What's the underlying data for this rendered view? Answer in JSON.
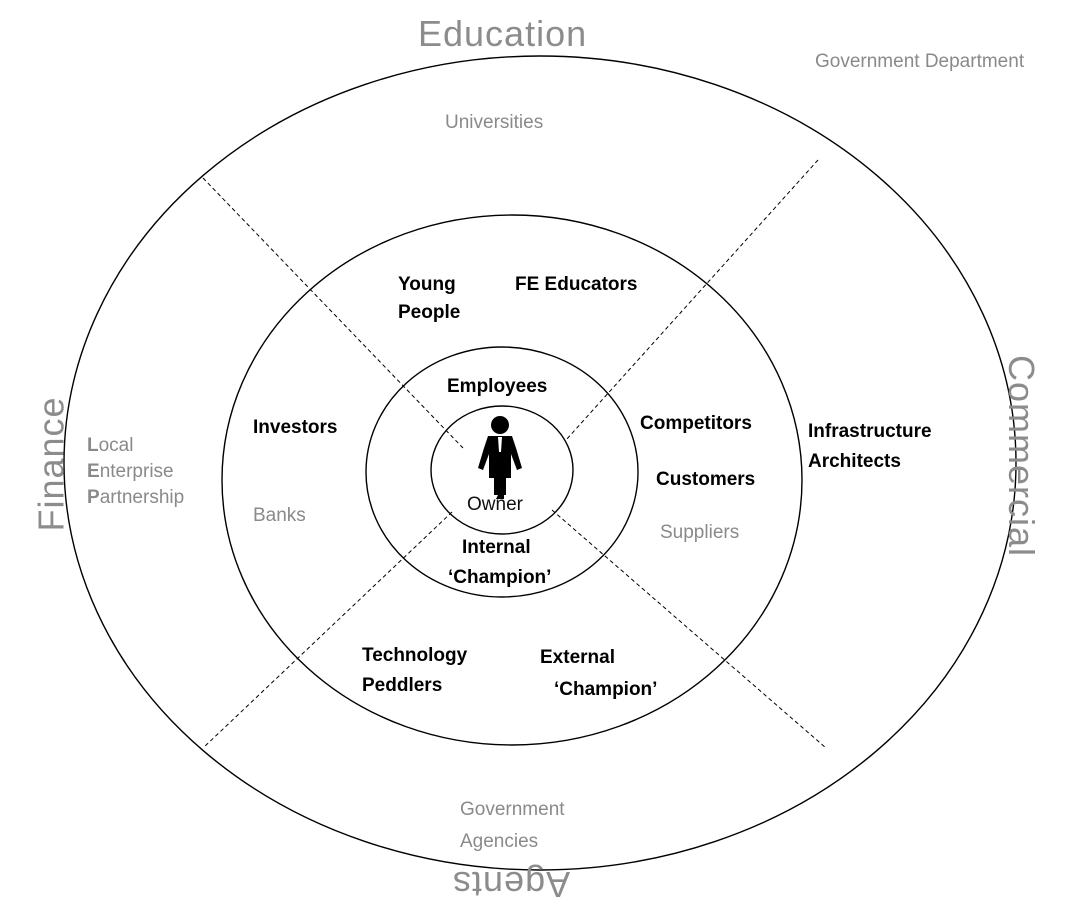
{
  "sectors": {
    "top": "Education",
    "left": "Finance",
    "right": "Commercial",
    "bottom": "Agents"
  },
  "outer_ring": {
    "government_department": "Government Department",
    "universities": "Universities",
    "local_enterprise_partnership": {
      "line1_initial": "L",
      "line1_rest": "ocal",
      "line2_initial": "E",
      "line2_rest": "nterprise",
      "line3_initial": "P",
      "line3_rest": "artnership"
    },
    "infrastructure_architects": [
      "Infrastructure",
      "Architects"
    ],
    "government_agencies": [
      "Government",
      "Agencies"
    ]
  },
  "middle_ring": {
    "young_people": [
      "Young",
      "People"
    ],
    "fe_educators": "FE Educators",
    "investors": "Investors",
    "banks": "Banks",
    "competitors": "Competitors",
    "customers": "Customers",
    "suppliers": "Suppliers",
    "technology_peddlers": [
      "Technology",
      "Peddlers"
    ],
    "external_champion": [
      "External",
      "‘Champion’"
    ]
  },
  "inner_ring": {
    "employees": "Employees",
    "internal_champion": [
      "Internal",
      "‘Champion’"
    ]
  },
  "center": {
    "owner": "Owner",
    "icon": "businessman-icon"
  }
}
